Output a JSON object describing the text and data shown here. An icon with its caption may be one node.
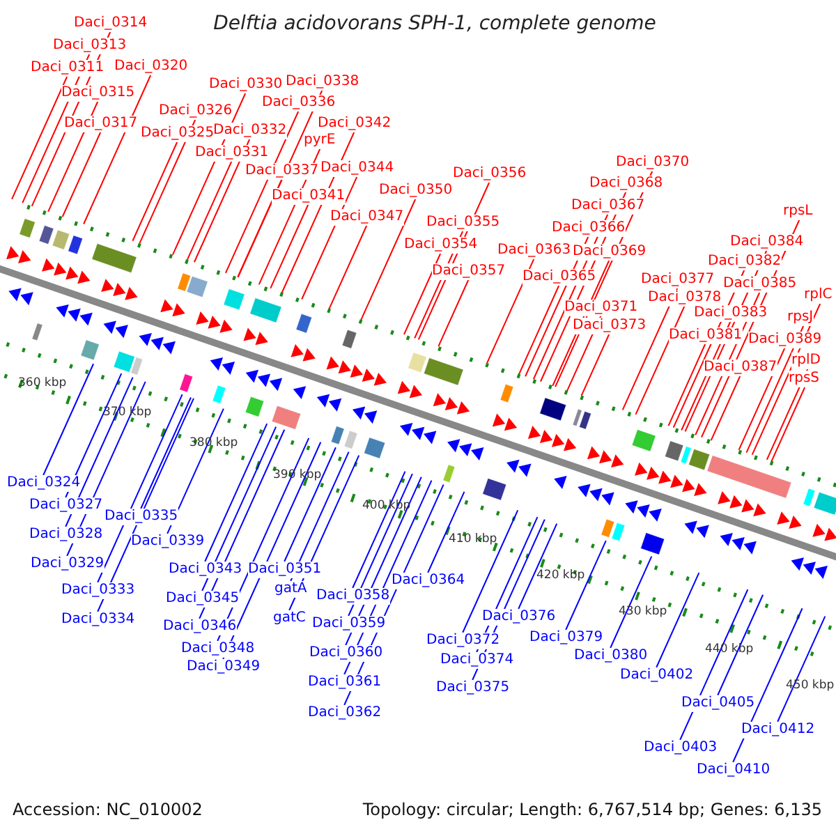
{
  "diagram": {
    "title": "Delftia acidovorans SPH-1, complete genome",
    "nodes": [
      {
        "text": [
          "Daci_0314"
        ]
      },
      {
        "text": [
          "Daci_0313"
        ]
      },
      {
        "text": [
          "Daci_0311"
        ]
      },
      {
        "text": [
          "Daci_0320"
        ]
      },
      {
        "text": [
          "Daci_0315"
        ]
      },
      {
        "text": [
          "Daci_0317"
        ]
      },
      {
        "text": [
          "Daci_0326"
        ]
      },
      {
        "text": [
          "Daci_0325"
        ]
      },
      {
        "text": [
          "Daci_0330"
        ]
      },
      {
        "text": [
          "Daci_0338"
        ]
      },
      {
        "text": [
          "Daci_0336"
        ]
      },
      {
        "text": [
          "Daci_0332"
        ]
      },
      {
        "text": [
          "Daci_0331"
        ]
      },
      {
        "text": [
          "pyrE"
        ]
      },
      {
        "text": [
          "Daci_0342"
        ]
      },
      {
        "text": [
          "Daci_0337"
        ]
      },
      {
        "text": [
          "Daci_0344"
        ]
      },
      {
        "text": [
          "Daci_0341"
        ]
      },
      {
        "text": [
          "Daci_0347"
        ]
      },
      {
        "text": [
          "Daci_0350"
        ]
      },
      {
        "text": [
          "Daci_0356"
        ]
      },
      {
        "text": [
          "Daci_0355"
        ]
      },
      {
        "text": [
          "Daci_0354"
        ]
      },
      {
        "text": [
          "Daci_0357"
        ]
      },
      {
        "text": [
          "Daci_0363"
        ]
      },
      {
        "text": [
          "Daci_0365"
        ]
      },
      {
        "text": [
          "Daci_0370"
        ]
      },
      {
        "text": [
          "Daci_0368"
        ]
      },
      {
        "text": [
          "Daci_0367"
        ]
      },
      {
        "text": [
          "Daci_0366"
        ]
      },
      {
        "text": [
          "Daci_0369"
        ]
      },
      {
        "text": [
          "Daci_0371"
        ]
      },
      {
        "text": [
          "Daci_0373"
        ]
      },
      {
        "text": [
          "Daci_0377"
        ]
      },
      {
        "text": [
          "Daci_0378"
        ]
      },
      {
        "text": [
          "rpsL"
        ]
      },
      {
        "text": [
          "Daci_0384"
        ]
      },
      {
        "text": [
          "Daci_0382"
        ]
      },
      {
        "text": [
          "Daci_0385"
        ]
      },
      {
        "text": [
          "Daci_0383"
        ]
      },
      {
        "text": [
          "Daci_0381"
        ]
      },
      {
        "text": [
          "Daci_0389"
        ]
      },
      {
        "text": [
          "Daci_0387"
        ]
      },
      {
        "text": [
          "rplC"
        ]
      },
      {
        "text": [
          "rpsJ"
        ]
      },
      {
        "text": [
          "rplD"
        ]
      },
      {
        "text": [
          "rpsS"
        ]
      },
      {
        "text": [
          "Daci_0324"
        ]
      },
      {
        "text": [
          "Daci_0327"
        ]
      },
      {
        "text": [
          "Daci_0328"
        ]
      },
      {
        "text": [
          "Daci_0329"
        ]
      },
      {
        "text": [
          "Daci_0335"
        ]
      },
      {
        "text": [
          "Daci_0339"
        ]
      },
      {
        "text": [
          "Daci_0333"
        ]
      },
      {
        "text": [
          "Daci_0334"
        ]
      },
      {
        "text": [
          "Daci_0343"
        ]
      },
      {
        "text": [
          "Daci_0345"
        ]
      },
      {
        "text": [
          "Daci_0346"
        ]
      },
      {
        "text": [
          "Daci_0348"
        ]
      },
      {
        "text": [
          "Daci_0349"
        ]
      },
      {
        "text": [
          "Daci_0351"
        ]
      },
      {
        "text": [
          "gatA"
        ]
      },
      {
        "text": [
          "gatC"
        ]
      },
      {
        "text": [
          "Daci_0358"
        ]
      },
      {
        "text": [
          "Daci_0359"
        ]
      },
      {
        "text": [
          "Daci_0360"
        ]
      },
      {
        "text": [
          "Daci_0361"
        ]
      },
      {
        "text": [
          "Daci_0362"
        ]
      },
      {
        "text": [
          "Daci_0364"
        ]
      },
      {
        "text": [
          "Daci_0372"
        ]
      },
      {
        "text": [
          "Daci_0374"
        ]
      },
      {
        "text": [
          "Daci_0375"
        ]
      },
      {
        "text": [
          "Daci_0376"
        ]
      },
      {
        "text": [
          "Daci_0379"
        ]
      },
      {
        "text": [
          "Daci_0380"
        ]
      },
      {
        "text": [
          "Daci_0402"
        ]
      },
      {
        "text": [
          "Daci_0405"
        ]
      },
      {
        "text": [
          "Daci_0403"
        ]
      },
      {
        "text": [
          "Daci_0410"
        ]
      },
      {
        "text": [
          "Daci_0412"
        ]
      }
    ],
    "edges": [
      {
        "from": 0,
        "to": null,
        "arrow": "none"
      },
      {
        "from": 1,
        "to": null,
        "arrow": "none"
      },
      {
        "from": 2,
        "to": null,
        "arrow": "none"
      },
      {
        "from": 3,
        "to": null,
        "arrow": "none"
      },
      {
        "from": 4,
        "to": null,
        "arrow": "none"
      },
      {
        "from": 5,
        "to": null,
        "arrow": "none"
      },
      {
        "from": 6,
        "to": null,
        "arrow": "none"
      },
      {
        "from": 7,
        "to": null,
        "arrow": "none"
      },
      {
        "from": 8,
        "to": null,
        "arrow": "none"
      },
      {
        "from": 9,
        "to": null,
        "arrow": "none"
      },
      {
        "from": 10,
        "to": null,
        "arrow": "none"
      },
      {
        "from": 11,
        "to": null,
        "arrow": "none"
      },
      {
        "from": 12,
        "to": null,
        "arrow": "none"
      },
      {
        "from": 13,
        "to": null,
        "arrow": "none"
      },
      {
        "from": 14,
        "to": null,
        "arrow": "none"
      },
      {
        "from": 15,
        "to": null,
        "arrow": "none"
      },
      {
        "from": 16,
        "to": null,
        "arrow": "none"
      },
      {
        "from": 17,
        "to": null,
        "arrow": "none"
      },
      {
        "from": 18,
        "to": null,
        "arrow": "none"
      },
      {
        "from": 19,
        "to": null,
        "arrow": "none"
      },
      {
        "from": 20,
        "to": null,
        "arrow": "none"
      },
      {
        "from": 21,
        "to": null,
        "arrow": "none"
      },
      {
        "from": 22,
        "to": null,
        "arrow": "none"
      },
      {
        "from": 23,
        "to": null,
        "arrow": "none"
      },
      {
        "from": 24,
        "to": null,
        "arrow": "none"
      },
      {
        "from": 25,
        "to": null,
        "arrow": "none"
      },
      {
        "from": 26,
        "to": null,
        "arrow": "none"
      },
      {
        "from": 27,
        "to": null,
        "arrow": "none"
      },
      {
        "from": 28,
        "to": null,
        "arrow": "none"
      },
      {
        "from": 29,
        "to": null,
        "arrow": "none"
      },
      {
        "from": 30,
        "to": null,
        "arrow": "none"
      },
      {
        "from": 31,
        "to": null,
        "arrow": "none"
      },
      {
        "from": 32,
        "to": null,
        "arrow": "none"
      },
      {
        "from": 33,
        "to": null,
        "arrow": "none"
      },
      {
        "from": 34,
        "to": null,
        "arrow": "none"
      },
      {
        "from": 35,
        "to": null,
        "arrow": "none"
      },
      {
        "from": 36,
        "to": null,
        "arrow": "none"
      },
      {
        "from": 37,
        "to": null,
        "arrow": "none"
      },
      {
        "from": 38,
        "to": null,
        "arrow": "none"
      },
      {
        "from": 39,
        "to": null,
        "arrow": "none"
      },
      {
        "from": 40,
        "to": null,
        "arrow": "none"
      },
      {
        "from": 41,
        "to": null,
        "arrow": "none"
      },
      {
        "from": 42,
        "to": null,
        "arrow": "none"
      },
      {
        "from": 43,
        "to": null,
        "arrow": "none"
      },
      {
        "from": 44,
        "to": null,
        "arrow": "none"
      },
      {
        "from": 45,
        "to": null,
        "arrow": "none"
      },
      {
        "from": 46,
        "to": null,
        "arrow": "none"
      },
      {
        "from": 47,
        "to": null,
        "arrow": "none",
        "color": "#0000ff"
      },
      {
        "from": 48,
        "to": null,
        "arrow": "none",
        "color": "#0000ff"
      },
      {
        "from": 49,
        "to": null,
        "arrow": "none",
        "color": "#0000ff"
      },
      {
        "from": 50,
        "to": null,
        "arrow": "none",
        "color": "#0000ff"
      },
      {
        "from": 51,
        "to": null,
        "arrow": "none",
        "color": "#0000ff"
      },
      {
        "from": 52,
        "to": null,
        "arrow": "none",
        "color": "#0000ff"
      },
      {
        "from": 53,
        "to": null,
        "arrow": "none",
        "color": "#0000ff"
      },
      {
        "from": 54,
        "to": null,
        "arrow": "none",
        "color": "#0000ff"
      },
      {
        "from": 55,
        "to": null,
        "arrow": "none",
        "color": "#0000ff"
      },
      {
        "from": 56,
        "to": null,
        "arrow": "none",
        "color": "#0000ff"
      },
      {
        "from": 57,
        "to": null,
        "arrow": "none",
        "color": "#0000ff"
      },
      {
        "from": 58,
        "to": null,
        "arrow": "none",
        "color": "#0000ff"
      },
      {
        "from": 59,
        "to": null,
        "arrow": "none",
        "color": "#0000ff"
      },
      {
        "from": 60,
        "to": null,
        "arrow": "none",
        "color": "#0000ff"
      },
      {
        "from": 61,
        "to": null,
        "arrow": "none",
        "color": "#0000ff"
      },
      {
        "from": 62,
        "to": null,
        "arrow": "none",
        "color": "#0000ff"
      },
      {
        "from": 63,
        "to": null,
        "arrow": "none",
        "color": "#0000ff"
      },
      {
        "from": 64,
        "to": null,
        "arrow": "none",
        "color": "#0000ff"
      },
      {
        "from": 65,
        "to": null,
        "arrow": "none",
        "color": "#0000ff"
      },
      {
        "from": 66,
        "to": null,
        "arrow": "none",
        "color": "#0000ff"
      },
      {
        "from": 67,
        "to": null,
        "arrow": "none",
        "color": "#0000ff"
      },
      {
        "from": 68,
        "to": null,
        "arrow": "none",
        "color": "#0000ff"
      },
      {
        "from": 69,
        "to": null,
        "arrow": "none",
        "color": "#0000ff"
      },
      {
        "from": 70,
        "to": null,
        "arrow": "none",
        "color": "#0000ff"
      },
      {
        "from": 71,
        "to": null,
        "arrow": "none",
        "color": "#0000ff"
      },
      {
        "from": 72,
        "to": null,
        "arrow": "none",
        "color": "#0000ff"
      },
      {
        "from": 73,
        "to": null,
        "arrow": "none",
        "color": "#0000ff"
      },
      {
        "from": 74,
        "to": null,
        "arrow": "none",
        "color": "#0000ff"
      },
      {
        "from": 75,
        "to": null,
        "arrow": "none",
        "color": "#0000ff"
      },
      {
        "from": 76,
        "to": null,
        "arrow": "none",
        "color": "#0000ff"
      },
      {
        "from": 77,
        "to": null,
        "arrow": "none",
        "color": "#0000ff"
      },
      {
        "from": 78,
        "to": null,
        "arrow": "none",
        "color": "#0000ff"
      },
      {
        "from": 79,
        "to": null,
        "arrow": "none",
        "color": "#0000ff"
      }
    ],
    "labels": [
      "360 kbp",
      "370 kbp",
      "380 kbp",
      "390 kbp",
      "400 kbp",
      "410 kbp",
      "420 kbp",
      "430 kbp",
      "440 kbp",
      "450 kbp",
      "Accession: NC_010002",
      "Topology: circular; Length: 6,767,514 bp; Genes: 6,135"
    ]
  }
}
